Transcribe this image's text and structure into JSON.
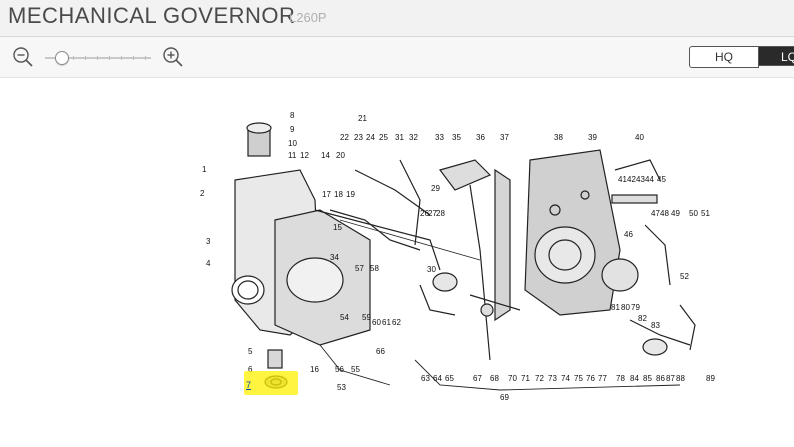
{
  "header": {
    "title": "MECHANICAL GOVERNOR",
    "code": "L260P"
  },
  "toolbar": {
    "zoom_out_icon": "zoom-out-icon",
    "zoom_in_icon": "zoom-in-icon",
    "zoom_level": 0.12,
    "quality": {
      "hq_label": "HQ",
      "lq_label": "LQ",
      "selected": "LQ"
    }
  },
  "diagram": {
    "selected_part": "7",
    "highlight_color": "#fff200",
    "labels": [
      "1",
      "2",
      "3",
      "4",
      "5",
      "6",
      "7",
      "8",
      "9",
      "10",
      "11",
      "12",
      "14",
      "15",
      "16",
      "17",
      "18",
      "19",
      "20",
      "21",
      "22",
      "23",
      "24",
      "25",
      "26",
      "27",
      "28",
      "29",
      "30",
      "31",
      "32",
      "33",
      "34",
      "35",
      "36",
      "37",
      "38",
      "39",
      "40",
      "41",
      "42",
      "43",
      "44",
      "45",
      "46",
      "47",
      "48",
      "49",
      "50",
      "51",
      "52",
      "53",
      "54",
      "55",
      "56",
      "57",
      "58",
      "59",
      "60",
      "61",
      "62",
      "63",
      "64",
      "65",
      "66",
      "67",
      "68",
      "69",
      "70",
      "71",
      "72",
      "73",
      "74",
      "75",
      "76",
      "77",
      "78",
      "79",
      "80",
      "81",
      "82",
      "83",
      "84",
      "85",
      "86",
      "87",
      "88",
      "89"
    ]
  }
}
